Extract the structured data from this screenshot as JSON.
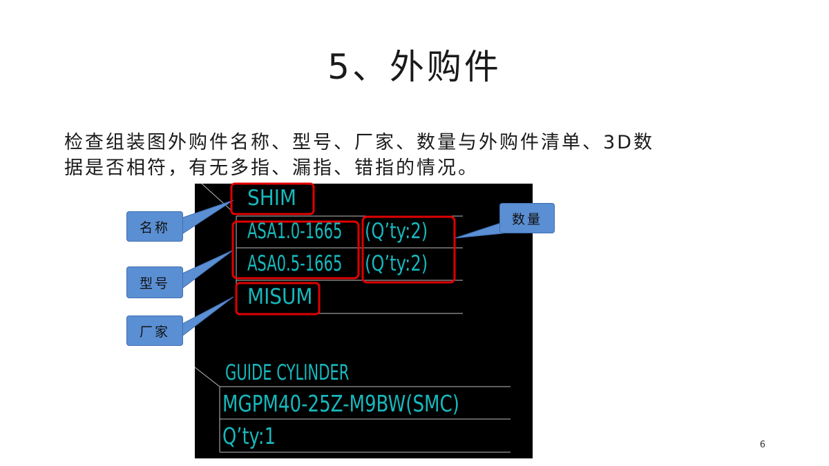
{
  "slide": {
    "title": "5、外购件",
    "body_line1": "检查组装图外购件名称、型号、厂家、数量与外购件清单、3D数",
    "body_line2": "据是否相符，有无多指、漏指、错指的情况。",
    "page_number": "6"
  },
  "drawing": {
    "part1_name": "SHIM",
    "part1_model_a": "ASA1.0-1665",
    "part1_qty_a": "(Q’ty:2)",
    "part1_model_b": "ASA0.5-1665",
    "part1_qty_b": "(Q’ty:2)",
    "part1_maker": "MISUM",
    "part2_name": "GUIDE CYLINDER",
    "part2_model": "MGPM40-25Z-M9BW(SMC)",
    "part2_qty": "Q’ty:1"
  },
  "callouts": {
    "name": "名称",
    "model": "型号",
    "maker": "厂家",
    "quantity": "数量"
  },
  "colors": {
    "cad_background": "#000000",
    "cad_text": "#17b8bd",
    "highlight_box": "#e00000",
    "callout_fill": "#5b8fd4"
  }
}
